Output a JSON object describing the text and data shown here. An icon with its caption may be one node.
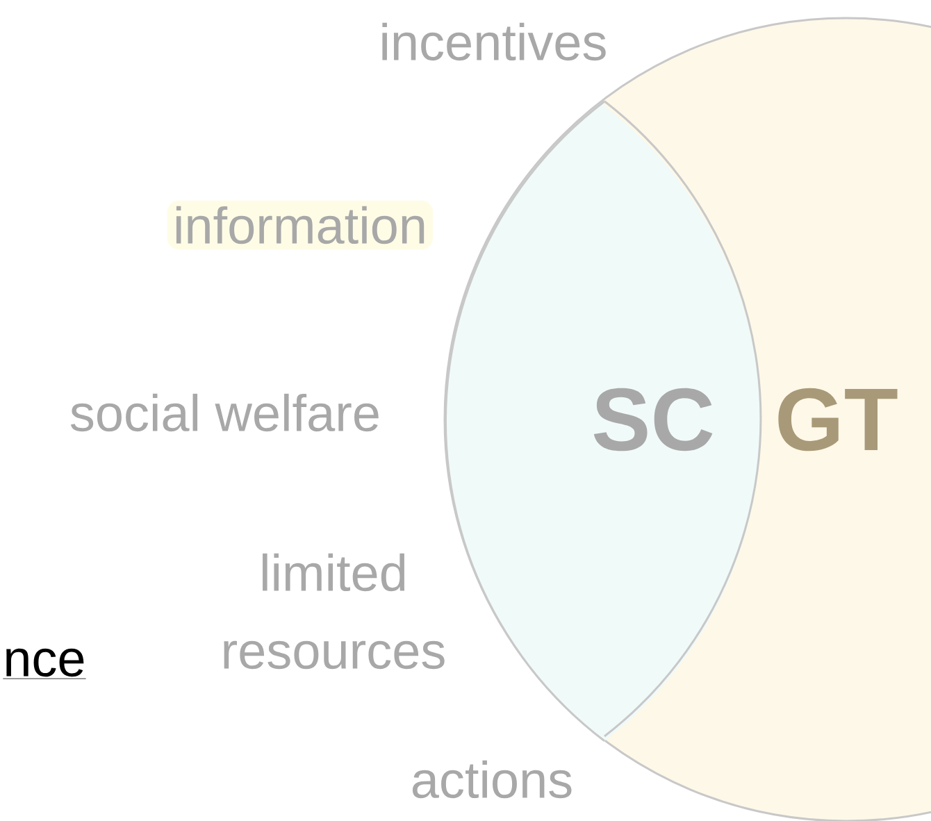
{
  "diagram": {
    "nodes": [
      {
        "text": [
          "GT"
        ]
      },
      {
        "text": [
          "SC"
        ],
        "in": 0
      }
    ],
    "edges": [],
    "labels": [
      "incentives",
      "information",
      "social welfare",
      "limited resources",
      "nce",
      "actions"
    ]
  }
}
